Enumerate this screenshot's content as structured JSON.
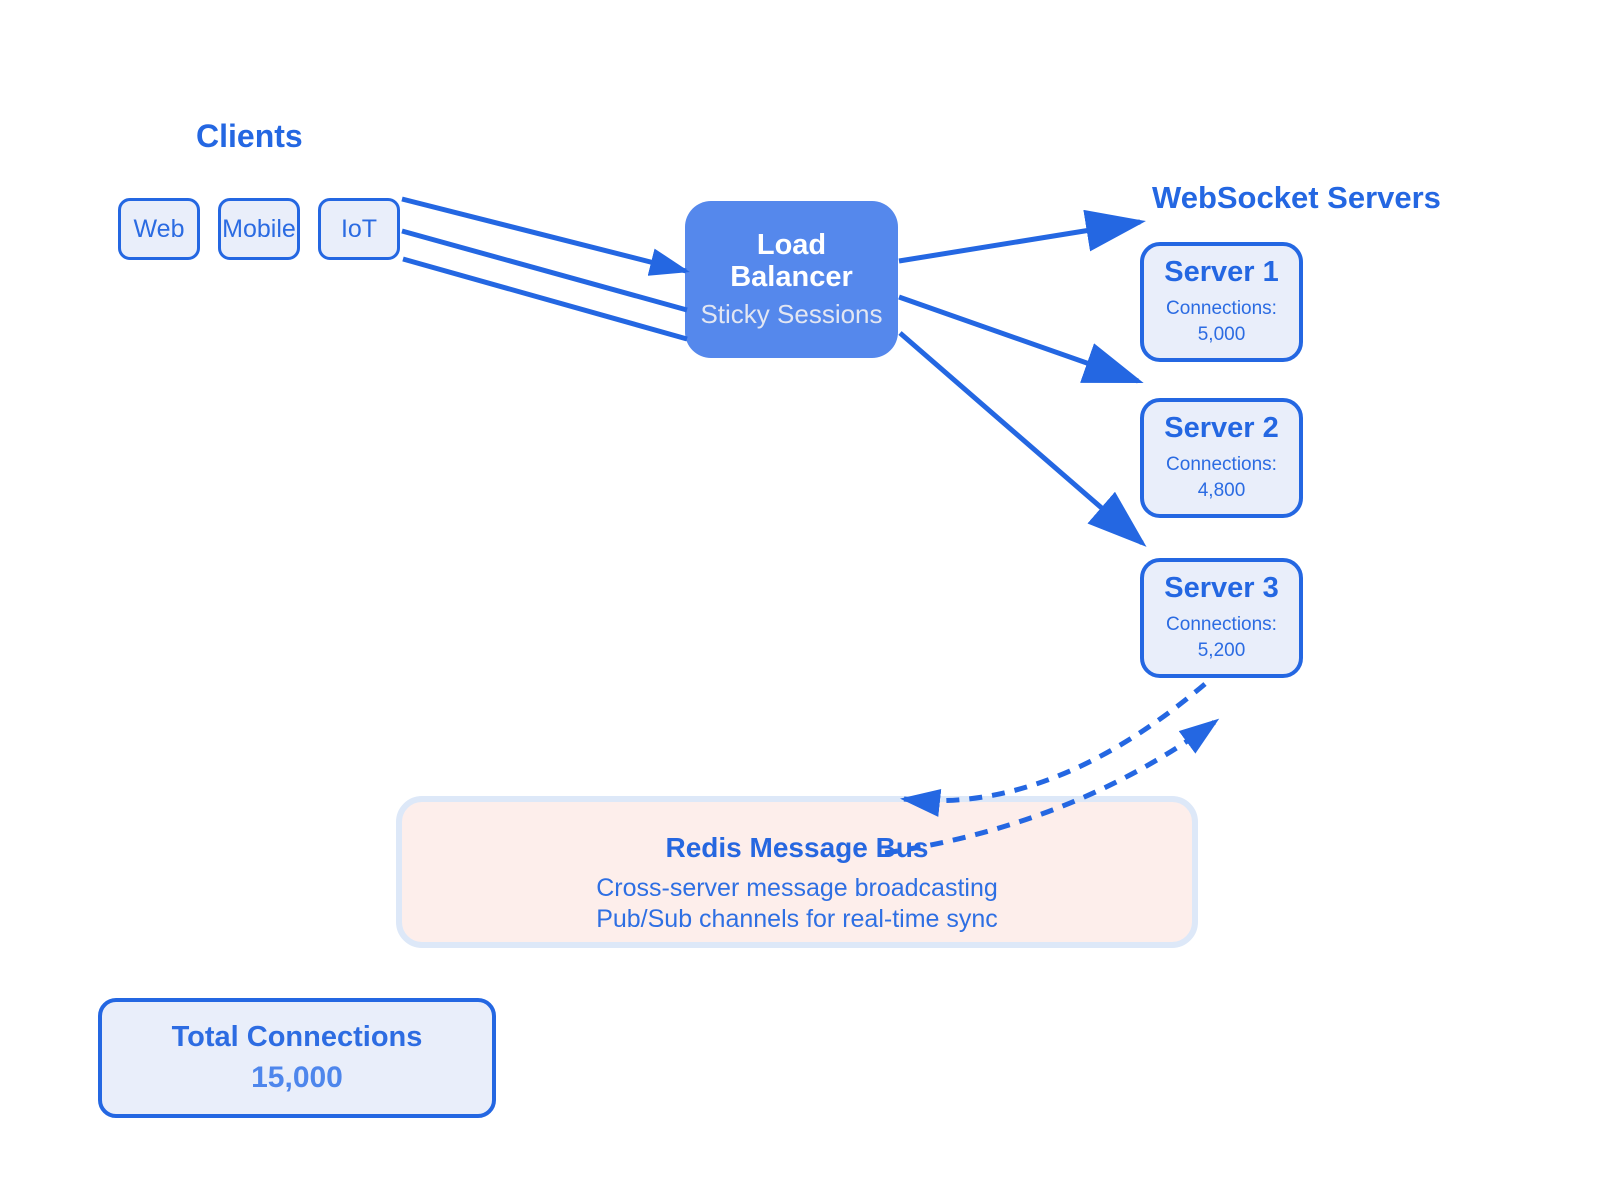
{
  "clients": {
    "title": "Clients",
    "items": [
      {
        "label": "Web"
      },
      {
        "label": "Mobile"
      },
      {
        "label": "IoT"
      }
    ]
  },
  "load_balancer": {
    "title": "Load Balancer",
    "subtitle": "Sticky Sessions"
  },
  "servers_section": {
    "title": "WebSocket Servers",
    "servers": [
      {
        "name": "Server 1",
        "connections_label": "Connections:",
        "connections": "5,000"
      },
      {
        "name": "Server 2",
        "connections_label": "Connections:",
        "connections": "4,800"
      },
      {
        "name": "Server 3",
        "connections_label": "Connections:",
        "connections": "5,200"
      }
    ]
  },
  "redis": {
    "title": "Redis Message Bus",
    "line1": "Cross-server message broadcasting",
    "line2": "Pub/Sub channels for real-time sync"
  },
  "total": {
    "title": "Total Connections",
    "value": "15,000"
  },
  "colors": {
    "primary_blue": "#2467e2",
    "node_fill": "#e9eefa",
    "load_balancer_fill": "#5588ec",
    "load_balancer_text": "#ffffff",
    "load_balancer_subtitle": "#e2e6f2",
    "redis_fill": "#fdeeeb",
    "redis_border": "#dde8f8",
    "total_value_blue": "#4e86ec"
  }
}
